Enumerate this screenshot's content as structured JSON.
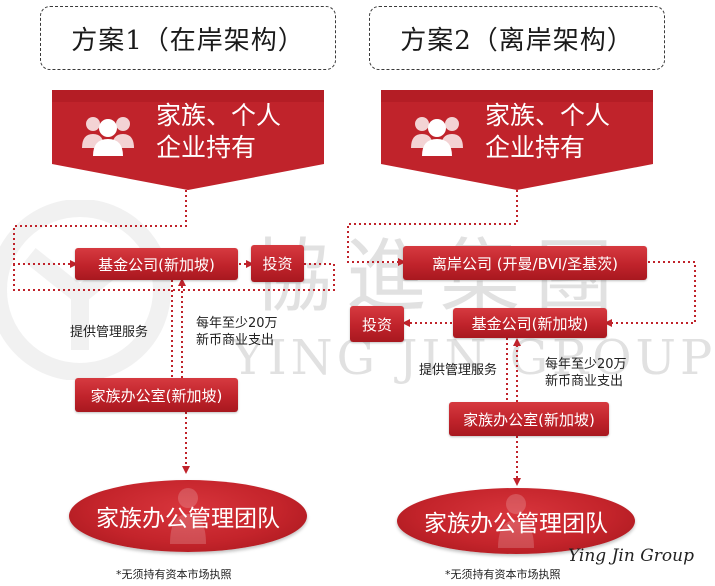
{
  "watermark": {
    "cn": "協進集團",
    "en": "YING JIN GROUP",
    "signature": "Ying Jin Group"
  },
  "plan1": {
    "title": "方案1（在岸架构）",
    "holder_line1": "家族、个人",
    "holder_line2": "企业持有",
    "fund": "基金公司(新加坡)",
    "invest": "投资",
    "service_label": "提供管理服务",
    "expense_line1": "每年至少20万",
    "expense_line2": "新币商业支出",
    "office": "家族办公室(新加坡)",
    "team": "家族办公管理团队",
    "note": "*无须持有资本市场执照"
  },
  "plan2": {
    "title": "方案2（离岸架构）",
    "holder_line1": "家族、个人",
    "holder_line2": "企业持有",
    "offshore": "离岸公司 (开曼/BVI/圣基茨)",
    "invest": "投资",
    "fund": "基金公司(新加坡)",
    "service_label": "提供管理服务",
    "expense_line1": "每年至少20万",
    "expense_line2": "新币商业支出",
    "office": "家族办公室(新加坡)",
    "team": "家族办公管理团队",
    "note": "*无须持有资本市场执照"
  },
  "colors": {
    "primary_red": "#c0232b",
    "connector_red": "#c0232b",
    "watermark_gray": "#9a9a9a"
  },
  "icons": {
    "holder": "people-group-icon",
    "team": "team-silhouette-icon",
    "logo_mark": "ying-jin-logo-watermark"
  }
}
